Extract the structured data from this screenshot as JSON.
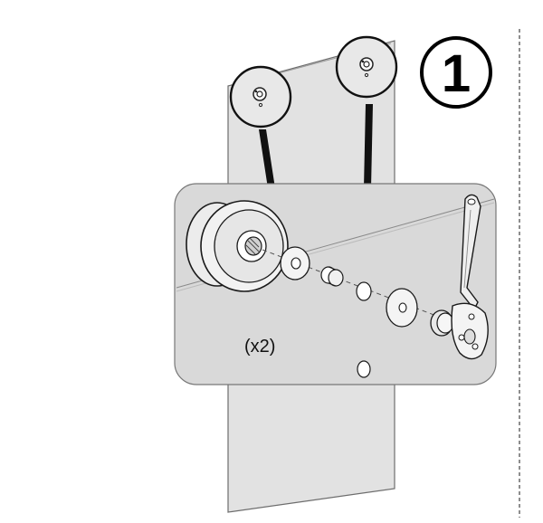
{
  "step": {
    "number": "1"
  },
  "detail": {
    "quantity_label": "(x2)"
  },
  "colors": {
    "panel": "#e2e2e2",
    "panel_edge": "#6d6d6d",
    "detail_bg": "#d9d9d9",
    "ink": "#1a1a1a",
    "pointer": "#111111",
    "dashed_line": "#444444"
  },
  "icons": [
    "panel",
    "mount-hole",
    "wheel",
    "washer",
    "spacer",
    "nut",
    "lever-bracket"
  ]
}
